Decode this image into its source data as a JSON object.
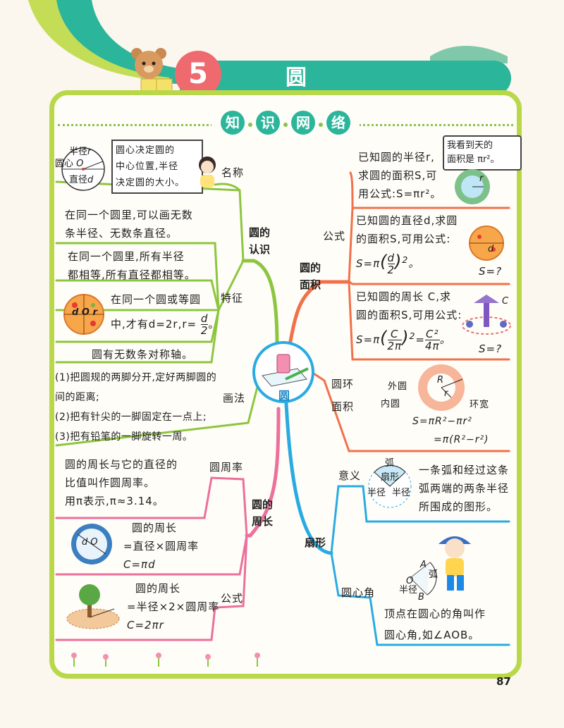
{
  "header": {
    "chapter_number": "5",
    "chapter_title": "圆",
    "section_caption": [
      "知",
      "识",
      "网",
      "络"
    ]
  },
  "center": {
    "label": "圆"
  },
  "page_number": "87",
  "left": {
    "recognition": {
      "branch": [
        "圆的",
        "认识"
      ],
      "name_label": "名称",
      "diagram_labels": {
        "radius": "半径",
        "r": "r",
        "center": "圆心",
        "o": "O",
        "diameter": "直径",
        "d": "d"
      },
      "name_text": [
        "圆心决定圆的",
        "中心位置,半径",
        "决定圆的大小。"
      ],
      "feature_label": "特征",
      "features": [
        [
          "在同一个圆里,可以画无数",
          "条半径、无数条直径。"
        ],
        [
          "在同一个圆里,所有半径",
          "都相等,所有直径都相等。"
        ],
        [
          "在同一个圆或等圆",
          "中,才有d=2r,r="
        ],
        [
          "圆有无数条对称轴。"
        ]
      ],
      "fraction": {
        "num": "d",
        "den": "2",
        "tail": "。"
      },
      "pizza_labels": {
        "d": "d",
        "o": "O",
        "r": "r"
      },
      "draw_label": "画法",
      "draw_steps": [
        "(1)把圆规的两脚分开,定好两脚圆的",
        "间的距离;",
        "(2)把有针尖的一脚固定在一点上;",
        "(3)把有铅笔的一脚旋转一周。"
      ]
    },
    "perimeter": {
      "branch": [
        "圆的",
        "周长"
      ],
      "pi_label": "圆周率",
      "pi_text": [
        "圆的周长与它的直径的",
        "比值叫作圆周率。",
        "用π表示,π≈3.14。"
      ],
      "formula_label": "公式",
      "formula1": [
        "圆的周长",
        "=直径×圆周率",
        "C=πd"
      ],
      "formula2": [
        "圆的周长",
        "=半径×2×圆周率",
        "C=2πr"
      ],
      "clock_labels": {
        "d": "d",
        "o": "O"
      }
    }
  },
  "right": {
    "area": {
      "branch": [
        "圆的",
        "面积"
      ],
      "formula_label": "公式",
      "bubble": [
        "我看到天的",
        "面积是 πr²。"
      ],
      "r_label": "r",
      "radius_case": [
        "已知圆的半径r,",
        "求圆的面积S,可",
        "用公式:S=πr²。"
      ],
      "diameter_case": [
        "已知圆的直径d,求圆",
        "的面积S,可用公式:",
        "S=π"
      ],
      "diameter_frac": {
        "num": "d",
        "den": "2",
        "exp": "2",
        "tail": "。"
      },
      "diameter_q": "S=?",
      "pizza_d": "d",
      "circ_case": [
        "已知圆的周长 C,求",
        "圆的面积S,可用公式:",
        "S=π"
      ],
      "circ_frac": {
        "num": "C",
        "den": "2π",
        "exp": "2",
        "eq": "=",
        "num2": "C²",
        "den2": "4π",
        "tail": "。"
      },
      "circ_q": "S=?",
      "c_label": "C",
      "ring_label": [
        "圆环",
        "面积"
      ],
      "ring_words": {
        "outer": "外圆",
        "inner": "内圆",
        "width": "环宽",
        "R": "R",
        "r": "r"
      },
      "ring_formula": [
        "S=πR²−πr²",
        "=π(R²−r²)"
      ]
    },
    "sector": {
      "branch": "扇形",
      "meaning_label": "意义",
      "diagram_words": {
        "arc": "弧",
        "sector": "扇形",
        "radius": "半径"
      },
      "meaning_text": [
        "一条弧和经过这条",
        "弧两端的两条半径",
        "所围成的图形。"
      ],
      "angle_label": "圆心角",
      "angle_words": {
        "a": "A",
        "o": "O",
        "b": "B",
        "arc": "弧",
        "radius": "半径"
      },
      "angle_text": [
        "顶点在圆心的角叫作",
        "圆心角,如∠AOB。"
      ]
    }
  },
  "colors": {
    "green": "#8cc63f",
    "orange": "#f0714a",
    "pink": "#ec6f9c",
    "blue": "#29abe2",
    "teal": "#2bb59a",
    "frame": "#b8d84a"
  }
}
